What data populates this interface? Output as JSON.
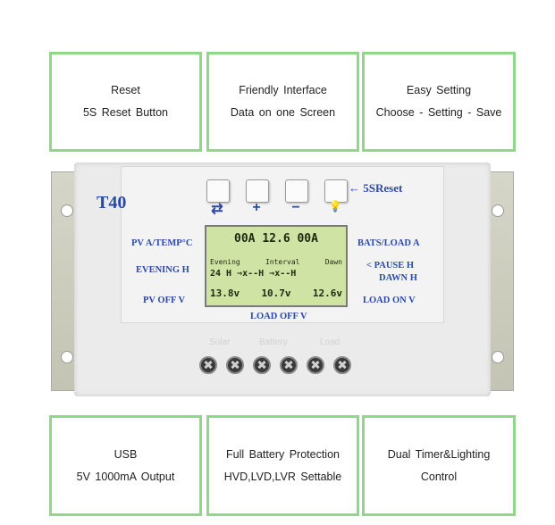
{
  "top_boxes": [
    {
      "line1": "Reset",
      "line2": "5S  Reset  Button"
    },
    {
      "line1": "Friendly  Interface",
      "line2": "Data  on  one  Screen"
    },
    {
      "line1": "Easy  Setting",
      "line2": "Choose  -  Setting  -  Save"
    }
  ],
  "bottom_boxes": [
    {
      "line1": "USB",
      "line2": "5V  1000mA  Output"
    },
    {
      "line1": "Full  Battery  Protection",
      "line2": "HVD,LVD,LVR  Settable"
    },
    {
      "line1": "Dual  Timer&Lighting",
      "line2": "Control"
    }
  ],
  "device": {
    "model": "T40",
    "reset_label": "← 5SReset",
    "left_labels": [
      "PV A/TEMP°C",
      "EVENING H",
      "PV OFF V"
    ],
    "right_labels": [
      "BATS/LOAD A",
      "< PAUSE H",
      "DAWN H",
      "LOAD ON V"
    ],
    "bottom_label": "LOAD OFF V",
    "button_symbols": [
      "⇄",
      "+",
      "−",
      "💡"
    ],
    "lcd": {
      "row1": "00A  12.6  00A",
      "row2_headers": [
        "Evening",
        "Interval",
        "Dawn"
      ],
      "row3": "24 H  ⇒x--H  ⇒x--H",
      "row4": [
        "13.8v",
        "10.7v",
        "12.6v"
      ],
      "row4_tags": [
        "PV OFF",
        "LOAD OFF",
        "LOAD ON"
      ]
    },
    "faint_labels": [
      "Solar",
      "Battery",
      "Load"
    ]
  }
}
